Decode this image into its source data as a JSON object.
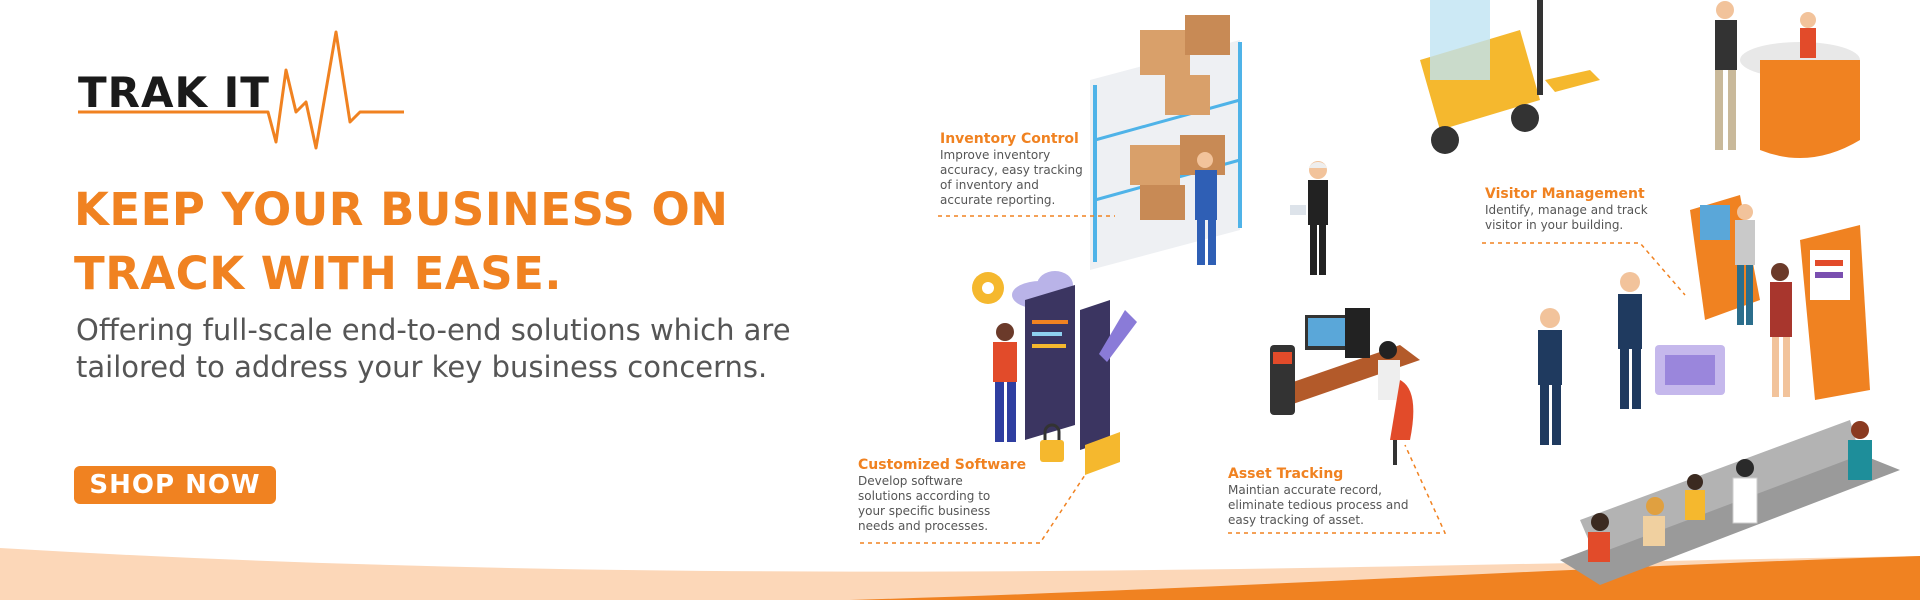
{
  "brand": {
    "logo_text": "TRAK IT",
    "colors": {
      "accent": "#f08221",
      "text_dark": "#1a1a1a",
      "text_gray": "#555555",
      "wave_light": "#fcd7b8"
    }
  },
  "hero": {
    "headline_lines": [
      "KEEP YOUR BUSINESS ON",
      "TRACK WITH EASE."
    ],
    "subtext_lines": [
      "Offering full-scale end-to-end solutions which are",
      "tailored to address your key business concerns."
    ],
    "cta_label": "SHOP NOW"
  },
  "features": {
    "inventory": {
      "title": "Inventory Control",
      "desc_lines": [
        "Improve inventory",
        "accuracy, easy tracking",
        "of inventory and",
        "accurate reporting."
      ]
    },
    "visitor": {
      "title": "Visitor Management",
      "desc_lines": [
        "Identify, manage and track",
        "visitor in your building."
      ]
    },
    "software": {
      "title": "Customized Software",
      "desc_lines": [
        "Develop software",
        "solutions according to",
        "your specific business",
        "needs and processes."
      ]
    },
    "asset": {
      "title": "Asset Tracking",
      "desc_lines": [
        "Maintian accurate record,",
        "eliminate tedious process and",
        "easy tracking of asset."
      ]
    }
  },
  "icons": [
    "heartbeat-line-icon",
    "gear-icon",
    "wrench-icon",
    "padlock-icon",
    "folder-icon",
    "cloud-icon"
  ]
}
